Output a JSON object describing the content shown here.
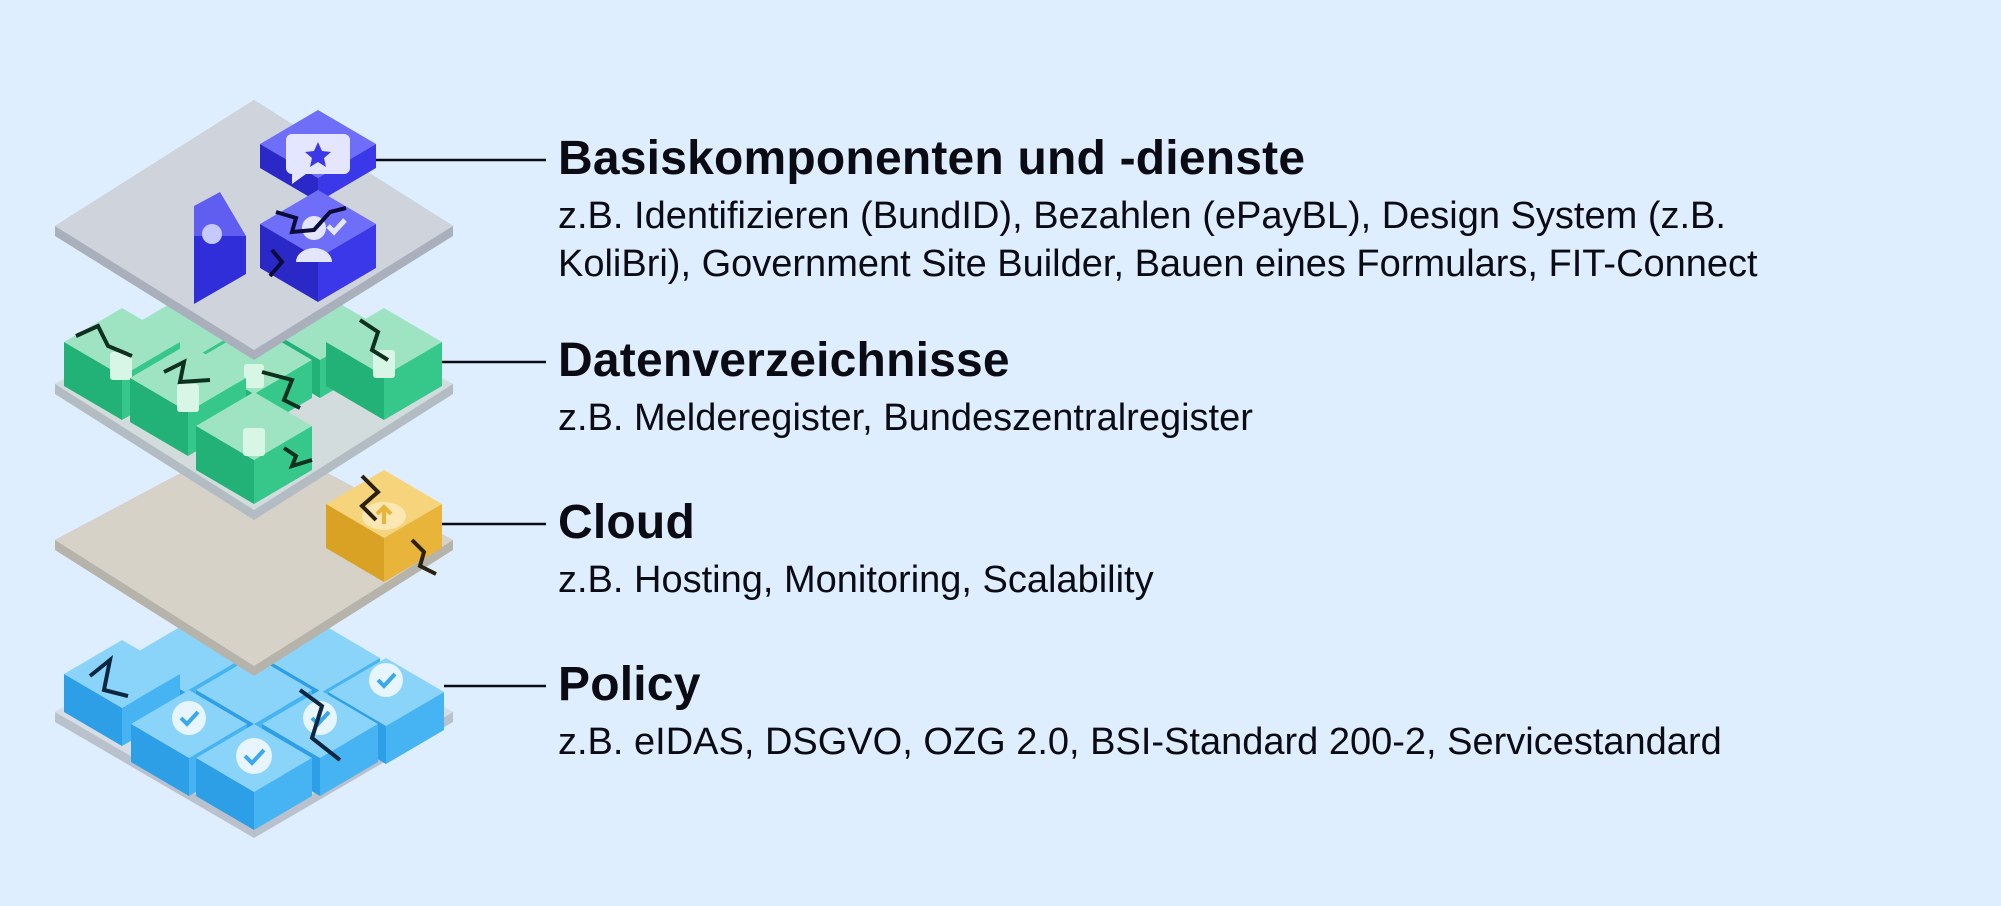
{
  "colors": {
    "background": "#dfeefe",
    "basis": "#3a38e8",
    "daten": "#34c98e",
    "cloud": "#ecba3c",
    "policy": "#39a9ec",
    "platform_top": "#cfd4dc",
    "platform_cloud": "#d6d2c8"
  },
  "layers": [
    {
      "title": "Basiskomponenten und -dienste",
      "desc_line1": "z.B. Identifizieren (BundID), Bezahlen (ePayBL), Design System (z.B.",
      "desc_line2": "KoliBri), Government Site Builder, Bauen eines Formulars, FIT-Connect",
      "icon": "chat-star-icon"
    },
    {
      "title": "Datenverzeichnisse",
      "desc": "z.B. Melderegister, Bundeszentralregister",
      "icon": "document-icon"
    },
    {
      "title": "Cloud",
      "desc": "z.B. Hosting, Monitoring, Scalability",
      "icon": "cloud-upload-icon"
    },
    {
      "title": "Policy",
      "desc": "z.B. eIDAS, DSGVO, OZG 2.0, BSI-Standard 200-2, Servicestandard",
      "icon": "verified-badge-icon"
    }
  ]
}
